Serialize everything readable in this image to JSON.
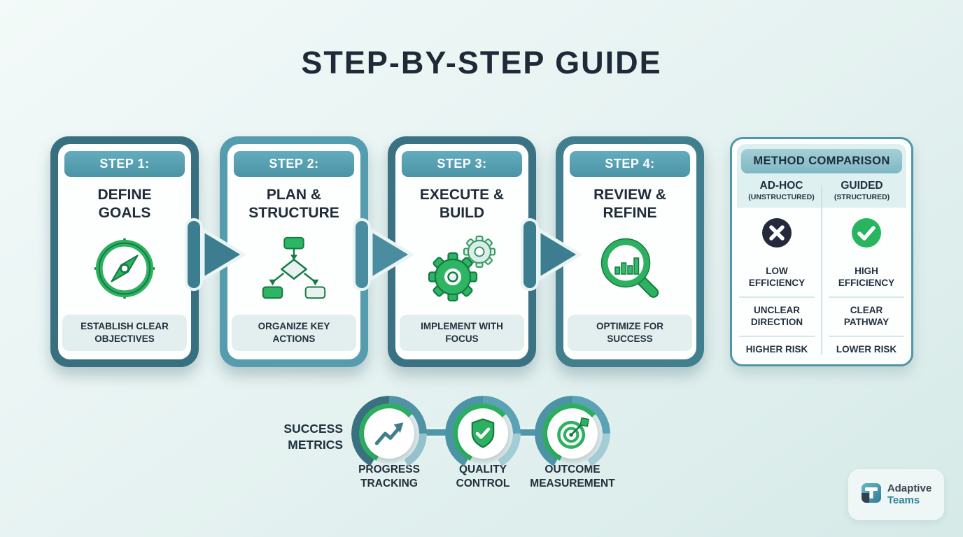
{
  "title": "STEP-BY-STEP GUIDE",
  "steps": [
    {
      "badge": "STEP 1:",
      "title": "DEFINE GOALS",
      "caption": "ESTABLISH CLEAR OBJECTIVES",
      "icon": "compass-icon",
      "border_color": "#38707f"
    },
    {
      "badge": "STEP 2:",
      "title": "PLAN & STRUCTURE",
      "caption": "ORGANIZE KEY ACTIONS",
      "icon": "flowchart-icon",
      "border_color": "#559cae"
    },
    {
      "badge": "STEP 3:",
      "title": "EXECUTE & BUILD",
      "caption": "IMPLEMENT WITH FOCUS",
      "icon": "gears-icon",
      "border_color": "#3b7283"
    },
    {
      "badge": "STEP 4:",
      "title": "REVIEW & REFINE",
      "caption": "OPTIMIZE FOR SUCCESS",
      "icon": "magnifier-chart-icon",
      "border_color": "#417e8e"
    }
  ],
  "comparison": {
    "title": "METHOD COMPARISON",
    "columns": [
      {
        "name": "AD-HOC",
        "subtitle": "(UNSTRUCTURED)",
        "icon": "x-circle-icon",
        "rows": [
          "LOW EFFICIENCY",
          "UNCLEAR DIRECTION",
          "HIGHER RISK"
        ]
      },
      {
        "name": "GUIDED",
        "subtitle": "(STRUCTURED)",
        "icon": "check-circle-icon",
        "rows": [
          "HIGH EFFICIENCY",
          "CLEAR PATHWAY",
          "LOWER RISK"
        ]
      }
    ]
  },
  "metrics": {
    "label": "SUCCESS METRICS",
    "items": [
      {
        "label": "PROGRESS TRACKING",
        "icon": "trend-up-icon"
      },
      {
        "label": "QUALITY CONTROL",
        "icon": "shield-check-icon"
      },
      {
        "label": "OUTCOME MEASUREMENT",
        "icon": "target-icon"
      }
    ]
  },
  "logo": {
    "line1": "Adaptive",
    "line2": "Teams"
  },
  "colors": {
    "background": "#e7f3f2",
    "heading_text": "#1e2a38",
    "step_badge_teal": "#4f9cae",
    "green_accent": "#2db160",
    "green_outline": "#157a43",
    "caption_bg": "#e3eeee",
    "comparison_border": "#4e97a8",
    "comparison_badge_bg": "#8ec2cb",
    "x_icon_bg": "#242a3c",
    "check_icon_bg": "#29b55f",
    "connector_teal": "#4f97a9",
    "logo_teal": "#2f8296"
  }
}
